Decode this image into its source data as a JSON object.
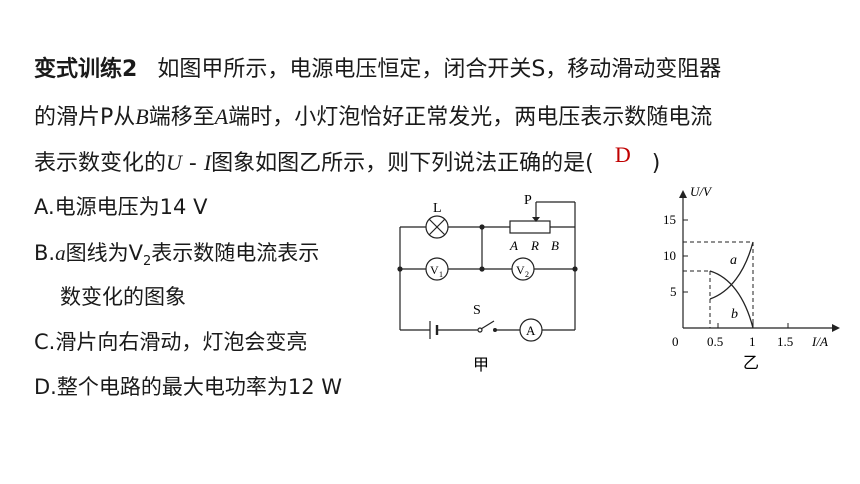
{
  "question": {
    "title": "变式训练2",
    "line1": "如图甲所示，电源电压恒定，闭合开关S，移动滑动变阻器",
    "line2_a": "的滑片P从",
    "line2_b": "B",
    "line2_c": "端移至",
    "line2_d": "A",
    "line2_e": "端时，小灯泡恰好正常发光，两电压表示数随电流",
    "line3_a": "表示数变化的",
    "line3_b": "U",
    "line3_c": " - ",
    "line3_d": "I",
    "line3_e": "图象如图乙所示，则下列说法正确的是(",
    "line3_f": ")",
    "answer": "D"
  },
  "options": {
    "a": "A.电源电压为14 V",
    "b_prefix": "B.",
    "b_italic": "a",
    "b_mid": "图线为V",
    "b_sub": "2",
    "b_rest": "表示数随电流表示",
    "b_line2": "数变化的图象",
    "c": "C.滑片向右滑动，灯泡会变亮",
    "d": "D.整个电路的最大电功率为12 W"
  },
  "circuit": {
    "lamp_label": "L",
    "slider_label": "P",
    "rheostat_a": "A",
    "rheostat_r": "R",
    "rheostat_b": "B",
    "v1_letter": "V",
    "v1_sub": "1",
    "v2_letter": "V",
    "v2_sub": "2",
    "switch_label": "S",
    "ammeter_label": "A",
    "caption": "甲"
  },
  "graph": {
    "y_axis_label": "U/V",
    "x_axis_label": "I/A",
    "origin_label": "0",
    "y_ticks": [
      "15",
      "10",
      "5"
    ],
    "x_ticks": [
      "0.5",
      "1",
      "1.5"
    ],
    "curve_a_label": "a",
    "curve_b_label": "b",
    "caption": "乙"
  }
}
